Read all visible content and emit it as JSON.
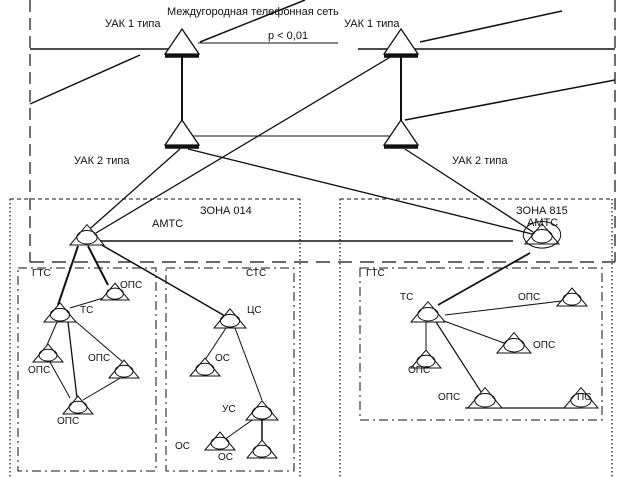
{
  "title": "Междугородная телефонная сеть",
  "probability_label": "р < 0,01",
  "nodes": {
    "uak1_left": "УАК 1 типа",
    "uak1_right": "УАК 1 типа",
    "uak2_left": "УАК 2 типа",
    "uak2_right": "УАК  2 типа",
    "amts_left": "АМТС",
    "amts_right": "АМТС",
    "ts_left": "ТС",
    "ops_l1": "ОПС",
    "ops_l2": "ОПС",
    "ops_l3": "ОПС",
    "ops_l4": "ОПС",
    "cs": "ЦС",
    "os1": "ОС",
    "us": "УС",
    "os2": "ОС",
    "os3": "ОС",
    "ts_right": "ТС",
    "ops_r1": "ОПС",
    "ops_r2": "ОПС",
    "ops_r3": "ОПС",
    "ops_r4": "ОПС",
    "ps": "ПС"
  },
  "zones": {
    "zone_left": "ЗОНА  014",
    "zone_right": "ЗОНА  815",
    "gts_left": "ГТС",
    "sts": "СТС",
    "gts_right": "ГТС"
  }
}
